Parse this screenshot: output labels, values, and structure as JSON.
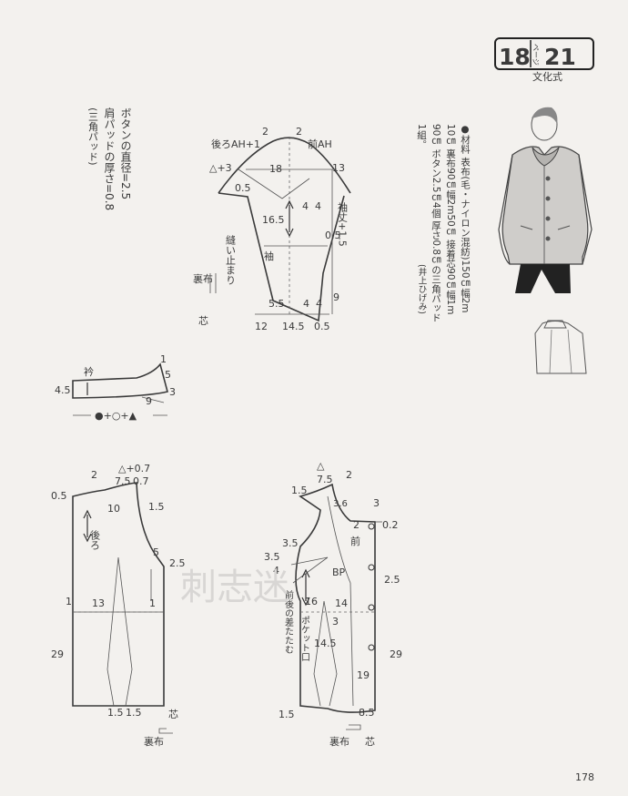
{
  "header": {
    "pattern_number": "18",
    "page_label": "ページ",
    "page_number": "21",
    "style": "文化式"
  },
  "notes_left": {
    "button_diameter": "ボタンの直径=2.5",
    "shoulder_pad": "肩パッドの厚さ=0.8",
    "pad_type": "(三角パッド)"
  },
  "materials": {
    "col1": "●材料 表布(毛・ナイロン混紡)150㎝幅2m",
    "col2": "10㎝ 裏布90㎝幅2m50㎝ 接着芯90㎝幅1m",
    "col3": "90㎝ ボタン2.5㎝4個 厚さ0.8㎝の三角パッド",
    "col4": "1組。",
    "credit": "(井上ひげみ)"
  },
  "page_number": "178",
  "watermark": "刺志迷",
  "sleeve": {
    "back_ah": "後ろAH+1",
    "front_ah": "前AH",
    "label": "袖",
    "length": "袖丈+1.5",
    "stop": "縫い止まり",
    "lining": "裏布",
    "interfacing": "芯",
    "m_2a": "2",
    "m_2b": "2",
    "m_a3": "△+3",
    "m_05a": "0.5",
    "m_18": "18",
    "m_13": "13",
    "m_165": "16.5",
    "m_4a": "4",
    "m_4b": "4",
    "m_05b": "0.5",
    "m_55": "5.5",
    "m_4c": "4",
    "m_4d": "4",
    "m_9": "9",
    "m_12": "12",
    "m_145": "14.5",
    "m_05c": "0.5"
  },
  "collar": {
    "label": "衿",
    "m_45": "4.5",
    "m_1": "1",
    "m_5": "5",
    "m_3": "3",
    "m_9": "9",
    "formula": "●+○+▲"
  },
  "back": {
    "label": "後ろ",
    "lining": "裏布",
    "interfacing": "芯",
    "m_2": "2",
    "m_a07": "△+0.7",
    "m_75": "7.5",
    "m_07": "0.7",
    "m_05": "0.5",
    "m_10": "10",
    "m_15a": "1.5",
    "m_5": "5",
    "m_25": "2.5",
    "m_1a": "1",
    "m_13": "13",
    "m_1b": "1",
    "m_29": "29",
    "m_15b": "1.5",
    "m_15c": "1.5"
  },
  "front": {
    "label": "前",
    "dart_note": "前後の差たたむ",
    "pocket": "ポケット口",
    "bp": "BP",
    "lining": "裏布",
    "interfacing": "芯",
    "m_a": "△",
    "m_75": "7.5",
    "m_2a": "2",
    "m_15a": "1.5",
    "m_36": "3.6",
    "m_3": "3",
    "m_2b": "2",
    "m_02": "0.2",
    "m_35a": "3.5",
    "m_35b": "3.5",
    "m_4": "4",
    "m_25": "2.5",
    "m_16": "16",
    "m_14": "14",
    "m_3b": "3",
    "m_145": "14.5",
    "m_19": "19",
    "m_29": "29",
    "m_15b": "1.5",
    "m_85": "8.5"
  }
}
